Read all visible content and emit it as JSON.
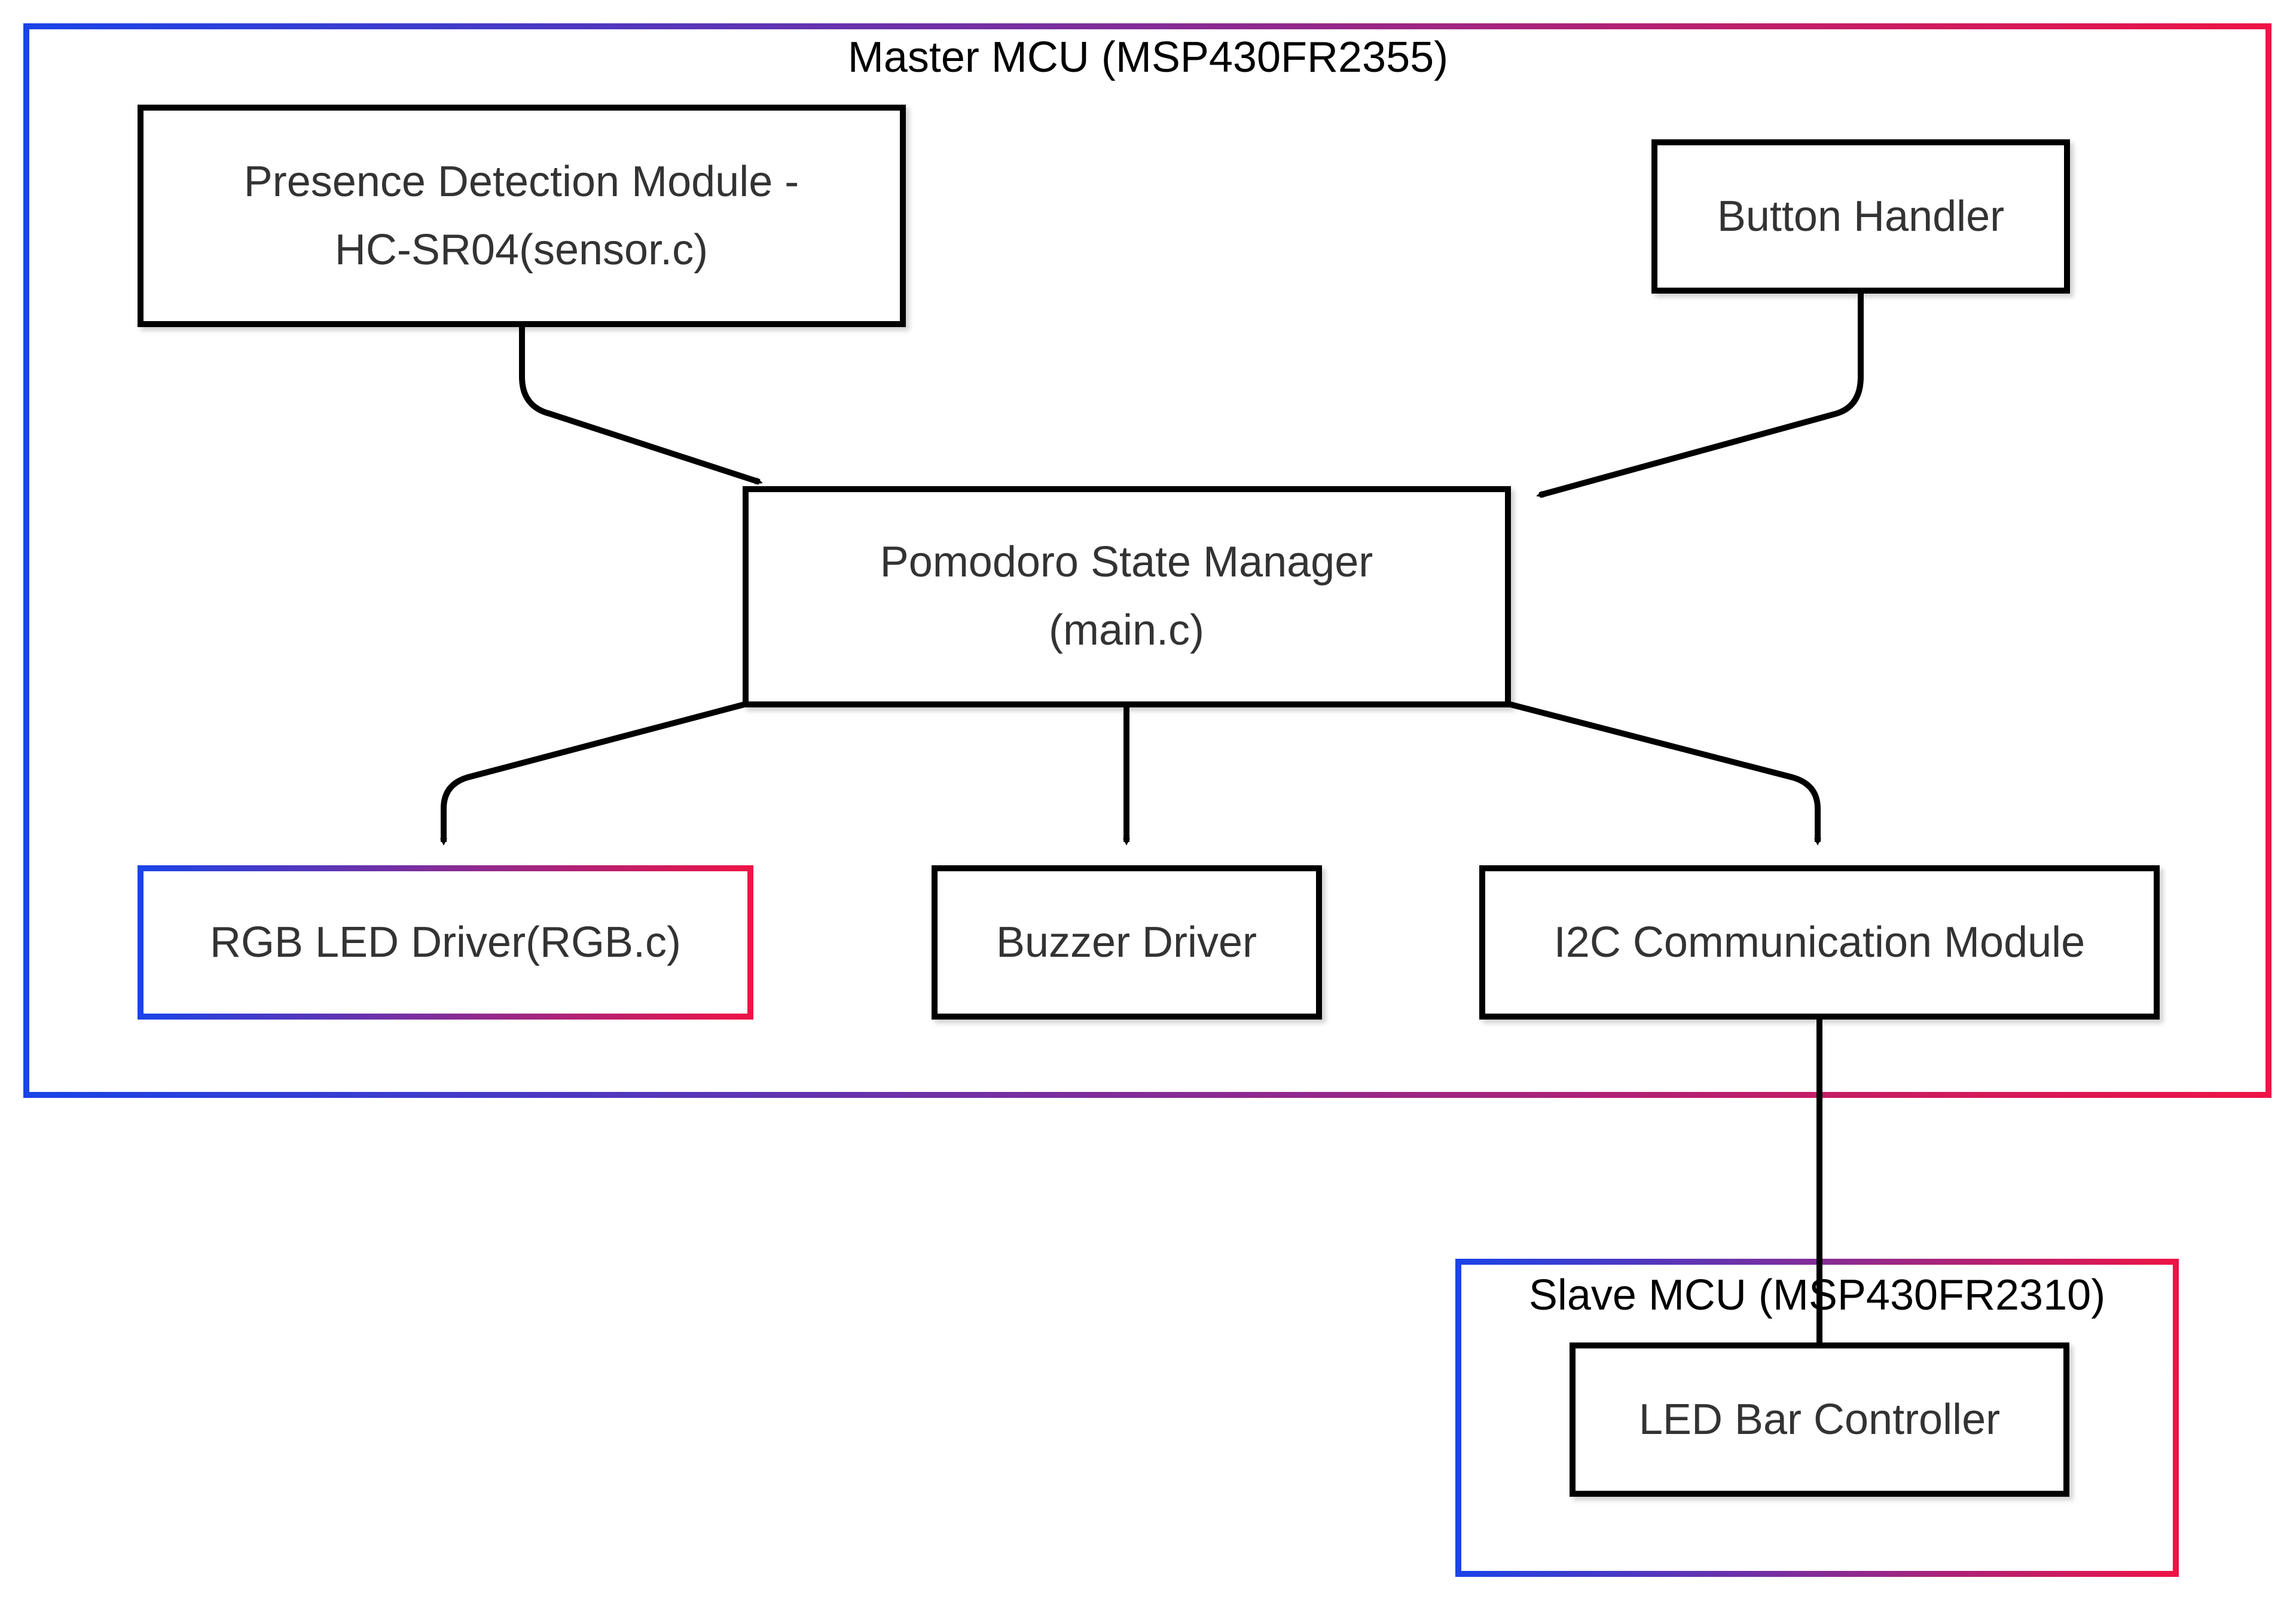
{
  "diagram": {
    "clusters": {
      "master": {
        "label": "Master MCU (MSP430FR2355)"
      },
      "slave": {
        "label": "Slave MCU (MSP430FR2310)"
      }
    },
    "nodes": {
      "presence": {
        "line1": "Presence Detection Module -",
        "line2": "HC-SR04(sensor.c)"
      },
      "button": {
        "label": "Button Handler"
      },
      "state": {
        "line1": "Pomodoro State Manager",
        "line2": "(main.c)"
      },
      "rgb": {
        "label": "RGB LED Driver(RGB.c)"
      },
      "buzzer": {
        "label": "Buzzer Driver"
      },
      "i2c": {
        "label": "I2C Communication Module"
      },
      "ledbar": {
        "label": "LED Bar Controller"
      }
    },
    "edges": [
      {
        "from": "presence",
        "to": "state",
        "arrow": true
      },
      {
        "from": "button",
        "to": "state",
        "arrow": true
      },
      {
        "from": "state",
        "to": "rgb",
        "arrow": true
      },
      {
        "from": "state",
        "to": "buzzer",
        "arrow": true
      },
      {
        "from": "state",
        "to": "i2c",
        "arrow": true
      },
      {
        "from": "i2c",
        "to": "ledbar",
        "arrow": false
      }
    ],
    "colors": {
      "gradient_start": "#1a44e8",
      "gradient_end": "#ee1446",
      "node_border": "#000000",
      "node_text": "#333333",
      "edge": "#000000"
    }
  }
}
